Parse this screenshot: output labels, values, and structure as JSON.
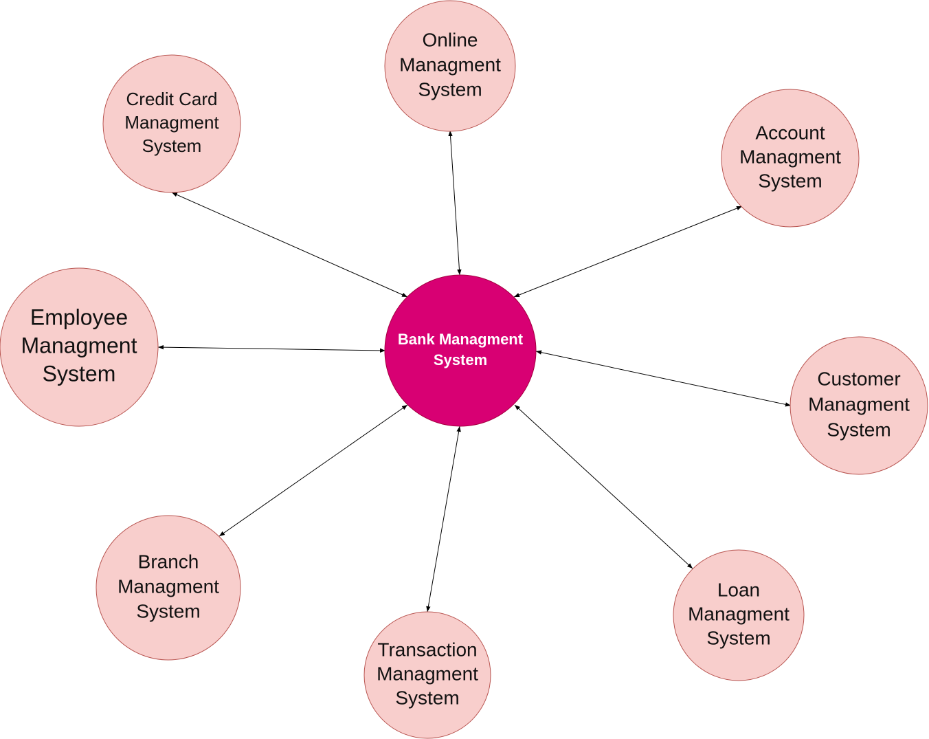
{
  "colors": {
    "node_fill": "#f8cecc",
    "node_stroke": "#b85450",
    "center_fill": "#d80073",
    "center_stroke": "#a50040",
    "center_text": "#ffffff",
    "edge": "#000000"
  },
  "diagram": {
    "center": {
      "lines": [
        "Bank Managment",
        "System"
      ]
    },
    "nodes": [
      {
        "id": "online",
        "lines": [
          "Online",
          "Managment",
          "System"
        ]
      },
      {
        "id": "credit-card",
        "lines": [
          "Credit Card",
          "Managment",
          "System"
        ]
      },
      {
        "id": "account",
        "lines": [
          "Account",
          "Managment",
          "System"
        ]
      },
      {
        "id": "employee",
        "lines": [
          "Employee",
          "Managment",
          "System"
        ]
      },
      {
        "id": "customer",
        "lines": [
          "Customer",
          "Managment",
          "System"
        ]
      },
      {
        "id": "branch",
        "lines": [
          "Branch",
          "Managment",
          "System"
        ]
      },
      {
        "id": "loan",
        "lines": [
          "Loan",
          "Managment",
          "System"
        ]
      },
      {
        "id": "transaction",
        "lines": [
          "Transaction",
          "Managment",
          "System"
        ]
      }
    ],
    "edges": [
      {
        "from": "center",
        "to": "online",
        "bidirectional": true
      },
      {
        "from": "center",
        "to": "credit-card",
        "bidirectional": true
      },
      {
        "from": "center",
        "to": "account",
        "bidirectional": true
      },
      {
        "from": "center",
        "to": "employee",
        "bidirectional": true
      },
      {
        "from": "center",
        "to": "customer",
        "bidirectional": true
      },
      {
        "from": "center",
        "to": "branch",
        "bidirectional": true
      },
      {
        "from": "center",
        "to": "loan",
        "bidirectional": true
      },
      {
        "from": "center",
        "to": "transaction",
        "bidirectional": true
      }
    ]
  }
}
